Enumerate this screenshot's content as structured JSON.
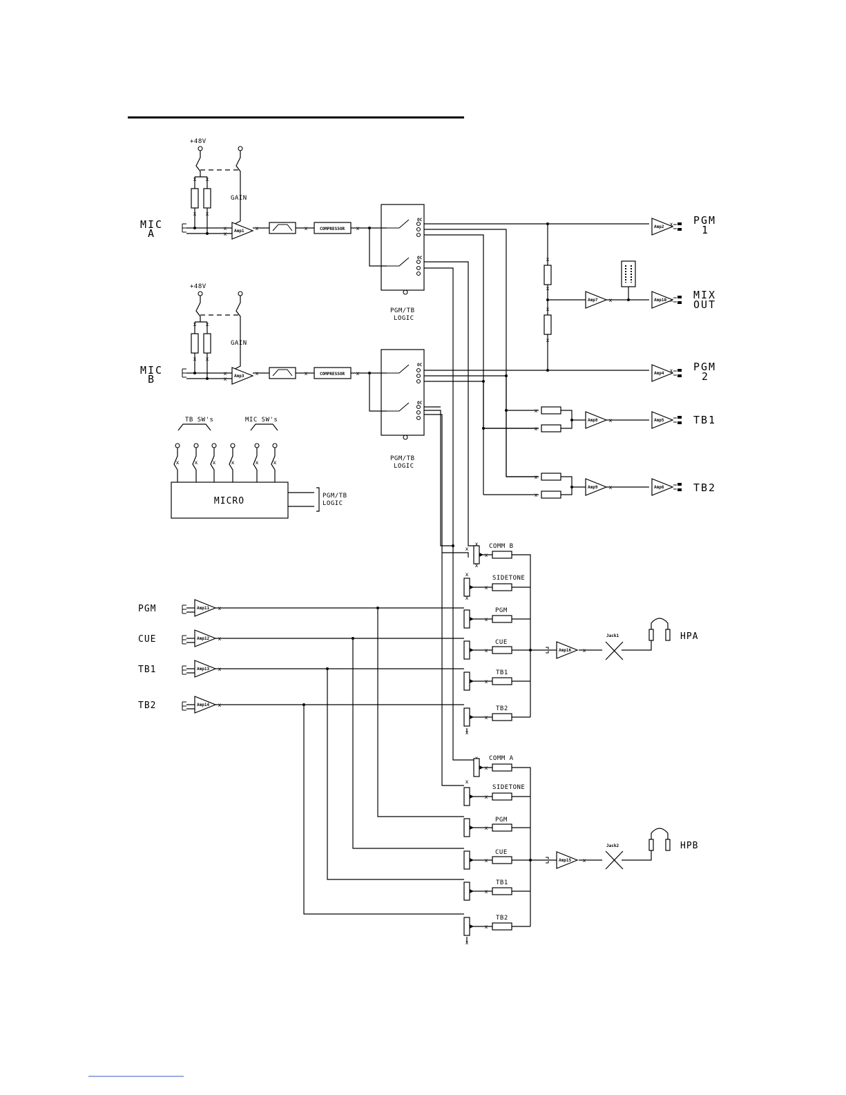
{
  "power": {
    "phantom": "+48V"
  },
  "mic_a": {
    "line1": "MIC",
    "line2": "A"
  },
  "mic_b": {
    "line1": "MIC",
    "line2": "B"
  },
  "gain": "GAIN",
  "compressor": "COMPRESSOR",
  "logic": {
    "line1": "PGM/TB",
    "line2": "LOGIC"
  },
  "amps": {
    "a1": "Amp1",
    "a2": "Amp2",
    "a3": "Amp3",
    "a4": "Amp4",
    "a5": "Amp5",
    "a6": "Amp6",
    "a7": "Amp7",
    "a8": "Amp8",
    "a9": "Amp9",
    "a10": "Amp10",
    "a11": "Amp11",
    "a12": "Amp12",
    "a13": "Amp13",
    "a14": "Amp14",
    "a15": "Amp15",
    "a16": "Amp16"
  },
  "outputs": {
    "pgm1": {
      "line1": "PGM",
      "line2": "1"
    },
    "mix": {
      "line1": "MIX",
      "line2": "OUT"
    },
    "pgm2": {
      "line1": "PGM",
      "line2": "2"
    },
    "tb1": "TB1",
    "tb2": "TB2"
  },
  "switches": {
    "tb": "TB SW's",
    "mic": "MIC SW's"
  },
  "micro": "MICRO",
  "inputs": {
    "pgm": "PGM",
    "cue": "CUE",
    "tb1": "TB1",
    "tb2": "TB2"
  },
  "mix_bus_b": [
    "COMM B",
    "SIDETONE",
    "PGM",
    "CUE",
    "TB1",
    "TB2"
  ],
  "mix_bus_a": [
    "COMM A",
    "SIDETONE",
    "PGM",
    "CUE",
    "TB1",
    "TB2"
  ],
  "jacks": {
    "j1": "Jack1",
    "j2": "Jack2"
  },
  "headphones": {
    "a": "HPA",
    "b": "HPB"
  }
}
